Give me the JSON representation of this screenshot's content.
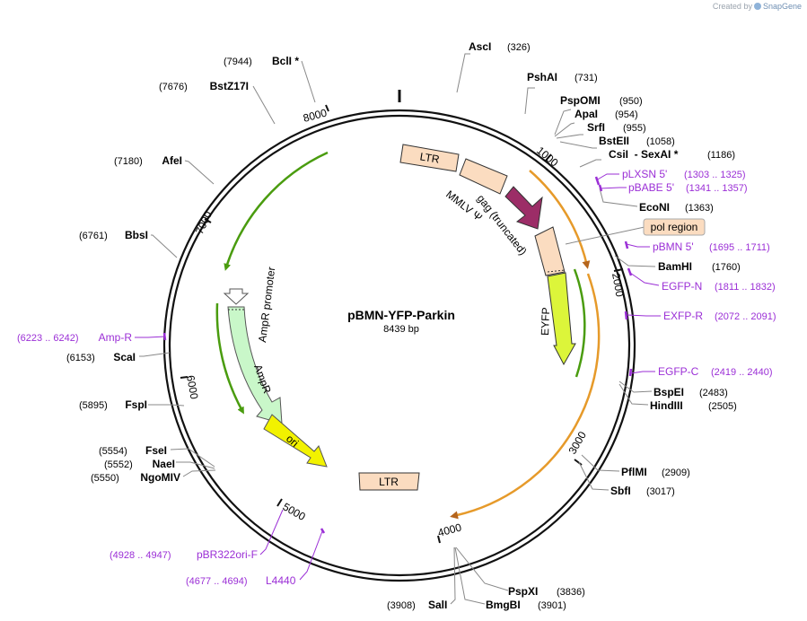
{
  "credit": {
    "prefix": "Created by",
    "brand": "SnapGene"
  },
  "plasmid": {
    "name": "pBMN-YFP-Parkin",
    "length_label": "8439 bp",
    "length": 8439
  },
  "ticks": [
    "1000",
    "2000",
    "3000",
    "4000",
    "5000",
    "6000",
    "7000",
    "8000"
  ],
  "sites": [
    {
      "name": "AscI",
      "pos": "(326)"
    },
    {
      "name": "PshAI",
      "pos": "(731)"
    },
    {
      "name": "PspOMI",
      "pos": "(950)"
    },
    {
      "name": "ApaI",
      "pos": "(954)"
    },
    {
      "name": "SrfI",
      "pos": "(955)"
    },
    {
      "name": "BstEII",
      "pos": "(1058)"
    },
    {
      "name": "CsiI  - SexAI *",
      "pos": "(1186)"
    },
    {
      "name": "EcoNI",
      "pos": "(1363)"
    },
    {
      "name": "BamHI",
      "pos": "(1760)"
    },
    {
      "name": "BspEI",
      "pos": "(2483)"
    },
    {
      "name": "HindIII",
      "pos": "(2505)"
    },
    {
      "name": "PflMI",
      "pos": "(2909)"
    },
    {
      "name": "SbfI",
      "pos": "(3017)"
    },
    {
      "name": "PspXI",
      "pos": "(3836)"
    },
    {
      "name": "BmgBI",
      "pos": "(3901)"
    },
    {
      "name": "SalI",
      "pos": "(3908)"
    },
    {
      "name": "NgoMIV",
      "pos": "(5550)"
    },
    {
      "name": "NaeI",
      "pos": "(5552)"
    },
    {
      "name": "FseI",
      "pos": "(5554)"
    },
    {
      "name": "FspI",
      "pos": "(5895)"
    },
    {
      "name": "ScaI",
      "pos": "(6153)"
    },
    {
      "name": "BbsI",
      "pos": "(6761)"
    },
    {
      "name": "AfeI",
      "pos": "(7180)"
    },
    {
      "name": "BstZ17I",
      "pos": "(7676)"
    },
    {
      "name": "BclI *",
      "pos": "(7944)"
    }
  ],
  "primers": [
    {
      "name": "pLXSN 5'",
      "range": "(1303 .. 1325)"
    },
    {
      "name": "pBABE 5'",
      "range": "(1341 .. 1357)"
    },
    {
      "name": "pBMN 5'",
      "range": "(1695 .. 1711)"
    },
    {
      "name": "EGFP-N",
      "range": "(1811 .. 1832)"
    },
    {
      "name": "EXFP-R",
      "range": "(2072 .. 2091)"
    },
    {
      "name": "EGFP-C",
      "range": "(2419 .. 2440)"
    },
    {
      "name": "pBR322ori-F",
      "range": "(4928 .. 4947)"
    },
    {
      "name": "L4440",
      "range": "(4677 .. 4694)"
    },
    {
      "name": "Amp-R",
      "range": "(6223 .. 6242)"
    }
  ],
  "features": {
    "ltr1": "LTR",
    "ltr2": "LTR",
    "mmlv": "MMLV Ψ",
    "gag": "gag (truncated)",
    "eyfp": "EYFP",
    "pol": "pol region",
    "amp_promoter": "AmpR promoter",
    "ampr": "AmpR",
    "ori": "ori"
  },
  "colors": {
    "ltr": "#fbdcc0",
    "gag": "#9c2d67",
    "eyfp": "#dcf53a",
    "ori": "#f2f200",
    "ampr": "#c9f7c9",
    "green_arc": "#4a9c0f",
    "orange_arc": "#e69a2a",
    "primer": "#9b2fd6"
  }
}
